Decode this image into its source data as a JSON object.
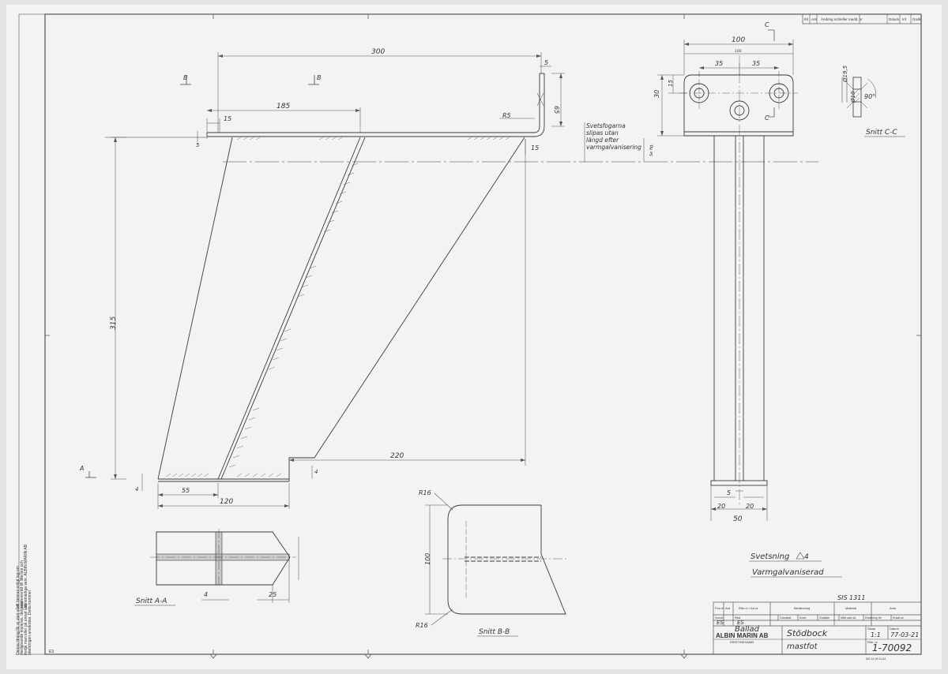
{
  "colors": {
    "paper": "#f3f3f1",
    "ink": "#3a3a3a",
    "faint": "#8a8a8a"
  },
  "revision_header": [
    "Ifd",
    "Ant",
    "Ändring och/eller medd. nr",
    "Datum",
    "Inf",
    "Godk"
  ],
  "side_note": [
    "Denna ritning får ej utan vårt",
    "medgivande kopieras, delgivas",
    "tredje man eller på annat sätt",
    "obehörigen användas. Detta kommer",
    "att beivras enligt lag om",
    "upphovsrätt till litterära och",
    "konstnärliga verk. ALBIN MARIN AB"
  ],
  "front_view": {
    "dims": {
      "overall_width": "300",
      "flange_length": "185",
      "left_margin": "15",
      "flange_thickness": "5",
      "right_thickness": "5",
      "right_height": "65",
      "corner_radius": "R5",
      "right_offset": "15",
      "height": "315",
      "foot_length": "220",
      "foot_inner": "55",
      "foot_total": "120",
      "foot_thick": "4",
      "foot_thick_right": "4"
    },
    "section_markers": {
      "b_left": "B",
      "b_mid": "B",
      "a_bottom": "A"
    },
    "note": [
      "Svetsfogarna",
      "slipas utan",
      "längd efter",
      "varmgalvanisering"
    ],
    "note_dim": "Se fig."
  },
  "side_view": {
    "dims": {
      "top_width": "100",
      "sub_width": "100",
      "hole_pitch_left": "35",
      "hole_pitch_right": "35",
      "height": "30",
      "hole_offset": "15",
      "bottom_thick": "5",
      "web_left": "20",
      "web_right": "20",
      "bottom_width": "50"
    },
    "section_marker_top": "C",
    "section_marker_bottom": "C"
  },
  "section_c": {
    "label": "Snitt C-C",
    "dia_outer": "Ø19,5",
    "dia_inner": "Ø10",
    "angle": "90°"
  },
  "section_a": {
    "label": "Snitt A-A",
    "dim_left": "4",
    "dim_right": "25"
  },
  "section_b": {
    "label": "Snitt B-B",
    "radius_top": "R16",
    "radius_bottom": "R16",
    "height": "100"
  },
  "notes": {
    "welding": "Svetsning",
    "welding_symbol": "4",
    "finish": "Varmgalvaniserad"
  },
  "title_block": {
    "standard": "SIS 1311",
    "row_labels": [
      "Pos nr",
      "Ant",
      "Ritn nr / Art nr",
      "Benämning",
      "Material",
      "Anm"
    ],
    "row_labels2": [
      "Konstr.",
      "Ritat",
      "Granskat",
      "Kontr.",
      "Godkänt",
      "Mått utan tol.",
      "Ersättning för",
      "Ersatt av"
    ],
    "drafter": "ES",
    "checker": "ES",
    "project": "Ballad",
    "company": "ALBIN MARIN AB",
    "company_sub": "KRISTINEHAMN",
    "title_line1": "Stödbock",
    "title_line2": "mastfot",
    "scale_label": "Skala",
    "scale": "1:1",
    "date_label": "Datum",
    "date": "77-03-21",
    "drawing_no_label": "Ritn. nr",
    "drawing_no": "1-70092",
    "footer": "SIS 14 09 01 A2"
  },
  "sheet_code": "E3",
  "text_b_left": "B"
}
